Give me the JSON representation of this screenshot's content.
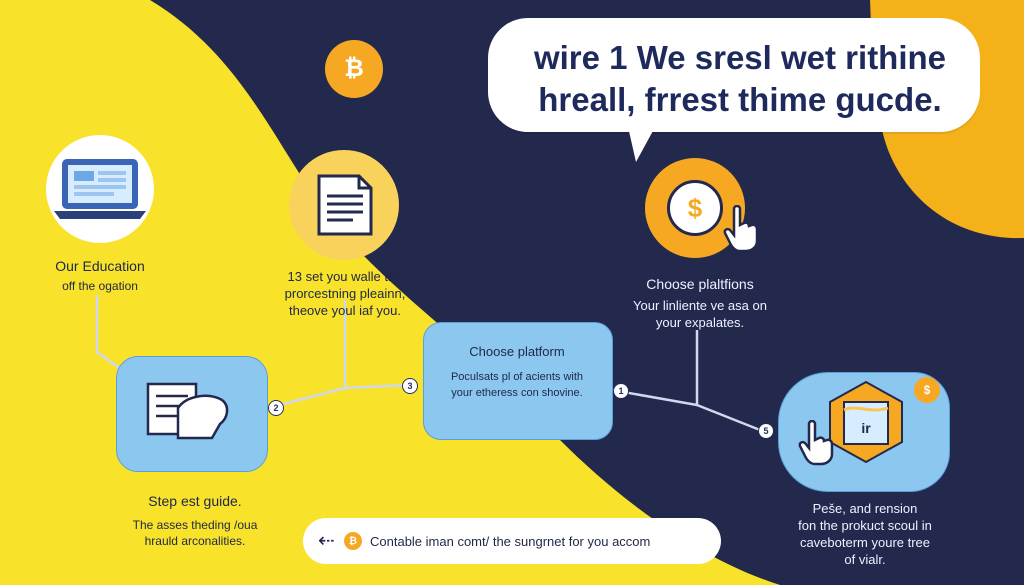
{
  "title_lines": [
    "wire 1 We sresl wet rithine",
    "hreall, frrest thime gucde."
  ],
  "steps": {
    "education": {
      "title": "Our Education",
      "subtitle": "off the ogation"
    },
    "processing": {
      "line1": "13 set you walle the",
      "line2": "prorcestning pleainn,",
      "line3": "theove youl iaf you."
    },
    "platform_card": {
      "title": "Choose platform",
      "line1": "Poculsats pl of acients with",
      "line2": "your etheress con shovine."
    },
    "choose_platforms": {
      "title": "Choose plaltfions",
      "line1": "Your linliente ve asa on",
      "line2": "your expalates."
    },
    "step_guide": {
      "title": "Step est guide.",
      "line1": "The asses theding /oua",
      "line2": "hrauld arconalities."
    },
    "release": {
      "line1": "Peše, and rension",
      "line2": "fon the prokuct scoul in",
      "line3": "caveboterm youre tree",
      "line4": "of vialr."
    }
  },
  "badges": {
    "b1": "1",
    "b2": "2",
    "b3": "3",
    "b5": "5"
  },
  "footer": {
    "text": "Contable iman comt/ the sungrnet for you accom",
    "arrow": "⇠",
    "coin": "₿"
  },
  "icons": {
    "top_coin": "₿",
    "dollar": "$",
    "box_label": "ir",
    "small_coin": "$"
  },
  "colors": {
    "navy": "#23284d",
    "yellow": "#f8e22a",
    "orange": "#f5b119",
    "light_blue": "#8cc7f0",
    "coin": "#f7a823"
  }
}
